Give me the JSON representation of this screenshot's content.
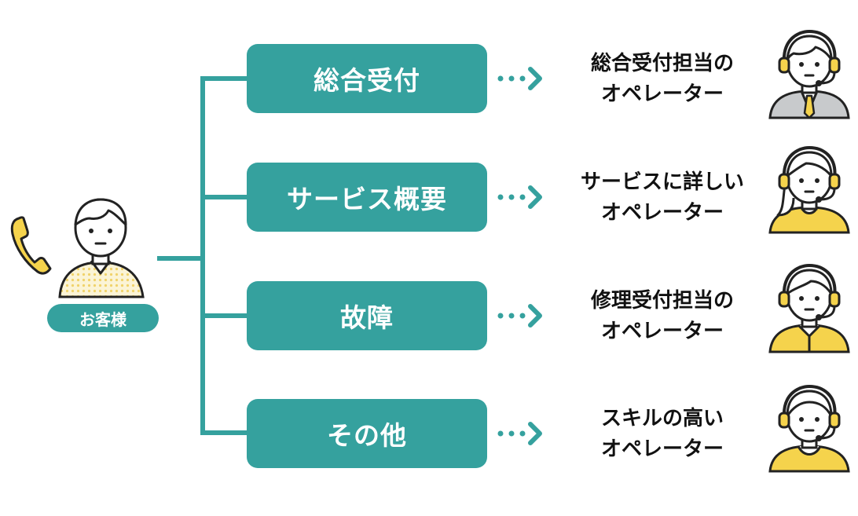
{
  "customer": {
    "label": "お客様"
  },
  "colors": {
    "teal": "#35a19e",
    "yellow": "#f5d34c",
    "gray": "#c8cacc",
    "ink": "#222222"
  },
  "icons": {
    "phone": "phone-icon",
    "customer": "customer-person-icon",
    "operator": "operator-headset-icon"
  },
  "routes": [
    {
      "category": "総合受付",
      "operator_line1": "総合受付担当の",
      "operator_line2": "オペレーター"
    },
    {
      "category": "サービス概要",
      "operator_line1": "サービスに詳しい",
      "operator_line2": "オペレーター"
    },
    {
      "category": "故障",
      "operator_line1": "修理受付担当の",
      "operator_line2": "オペレーター"
    },
    {
      "category": "その他",
      "operator_line1": "スキルの高い",
      "operator_line2": "オペレーター"
    }
  ]
}
